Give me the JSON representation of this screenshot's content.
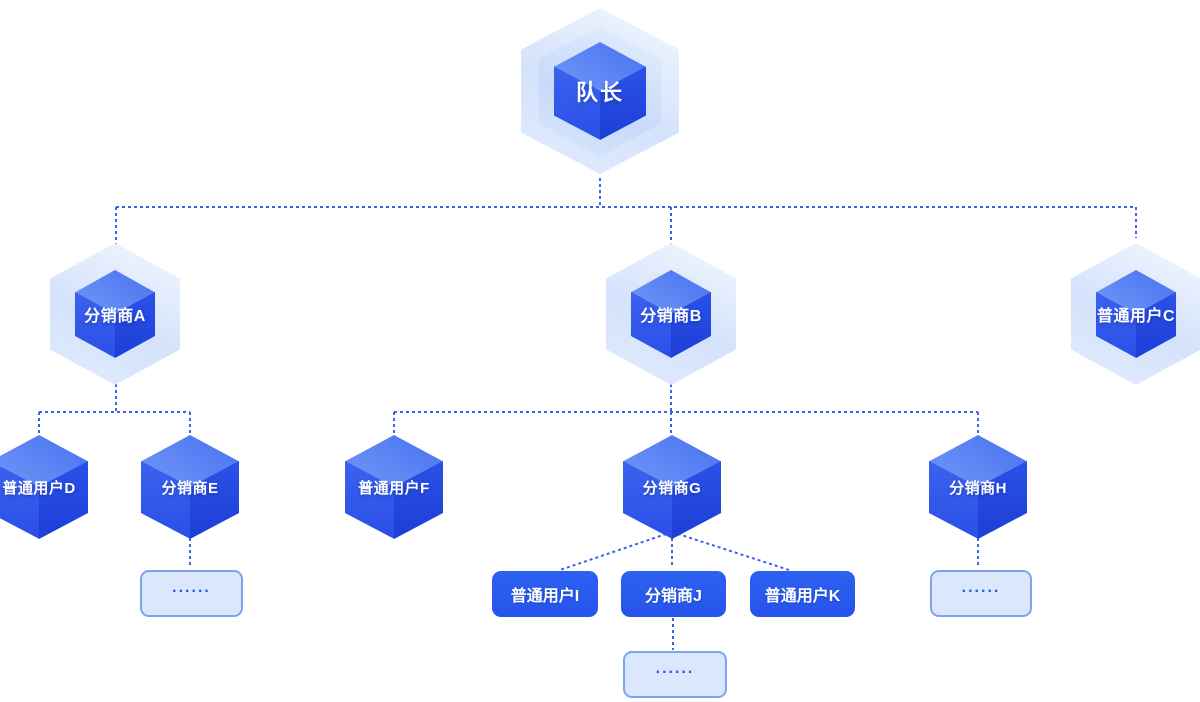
{
  "diagram": {
    "nodes": {
      "captain": {
        "label": "队长"
      },
      "distributor_a": {
        "label": "分销商A"
      },
      "distributor_b": {
        "label": "分销商B"
      },
      "user_c": {
        "label": "普通用户C"
      },
      "user_d": {
        "label": "普通用户D"
      },
      "distributor_e": {
        "label": "分销商E"
      },
      "user_f": {
        "label": "普通用户F"
      },
      "distributor_g": {
        "label": "分销商G"
      },
      "distributor_h": {
        "label": "分销商H"
      },
      "user_i": {
        "label": "普通用户I"
      },
      "distributor_j": {
        "label": "分销商J"
      },
      "user_k": {
        "label": "普通用户K"
      },
      "ellipsis_e": {
        "label": "......"
      },
      "ellipsis_h": {
        "label": "......"
      },
      "ellipsis_j": {
        "label": "......"
      }
    },
    "edges": [
      {
        "from": "captain",
        "to": "distributor_a"
      },
      {
        "from": "captain",
        "to": "distributor_b"
      },
      {
        "from": "captain",
        "to": "user_c"
      },
      {
        "from": "distributor_a",
        "to": "user_d"
      },
      {
        "from": "distributor_a",
        "to": "distributor_e"
      },
      {
        "from": "distributor_b",
        "to": "user_f"
      },
      {
        "from": "distributor_b",
        "to": "distributor_g"
      },
      {
        "from": "distributor_b",
        "to": "distributor_h"
      },
      {
        "from": "distributor_e",
        "to": "ellipsis_e"
      },
      {
        "from": "distributor_g",
        "to": "user_i"
      },
      {
        "from": "distributor_g",
        "to": "distributor_j"
      },
      {
        "from": "distributor_g",
        "to": "user_k"
      },
      {
        "from": "distributor_h",
        "to": "ellipsis_h"
      },
      {
        "from": "distributor_j",
        "to": "ellipsis_j"
      }
    ],
    "colors": {
      "cube_blue": "#2B50E8",
      "cube_top_blue": "#82A5F8",
      "rect_blue": "#2A5CF0",
      "connector_blue": "#3D63E8",
      "glass_light": "#DCE8FC",
      "dots_box_fill": "#DBE7FC",
      "dots_box_border": "#7EA4F1",
      "dots_text": "#2C5AE8",
      "label_white": "#FFFFFF"
    }
  }
}
